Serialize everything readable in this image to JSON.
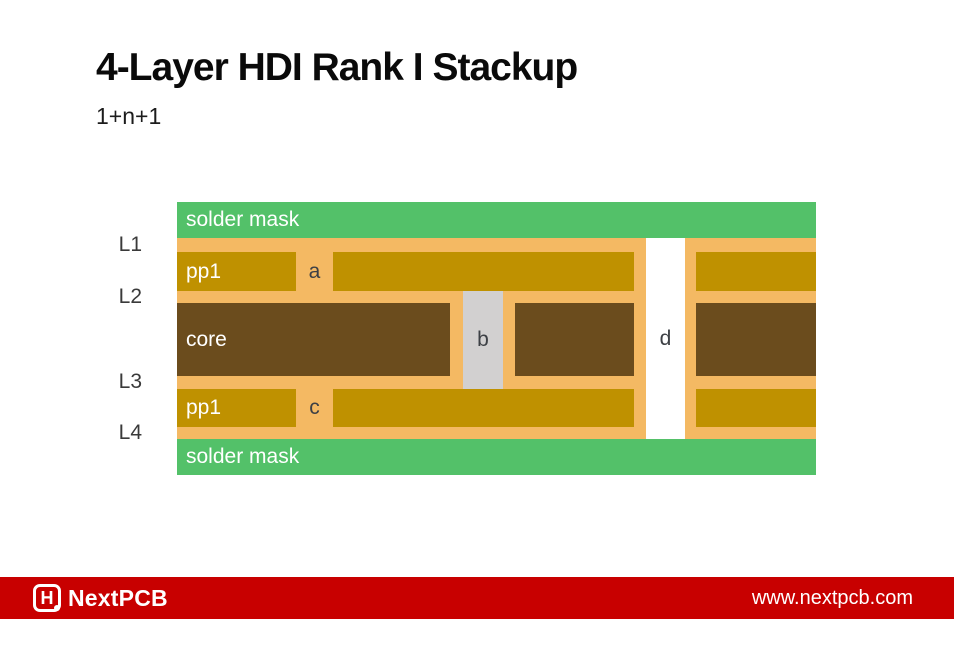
{
  "header": {
    "title": "4-Layer HDI Rank I Stackup",
    "subtitle": "1+n+1"
  },
  "diagram": {
    "layer_labels": [
      "L1",
      "L2",
      "L3",
      "L4"
    ],
    "solder_mask_top": "solder mask",
    "solder_mask_bottom": "solder mask",
    "pp1_top": "pp1",
    "pp1_bottom": "pp1",
    "core": "core",
    "via_labels": {
      "a": "a",
      "b": "b",
      "c": "c",
      "d": "d"
    },
    "colors": {
      "solder_mask_green": "#53C169",
      "copper_tan": "#F4B963",
      "prepreg_gold": "#BF9100",
      "core_brown": "#6B4C1D",
      "buried_via_gray": "#D2D0D0"
    }
  },
  "footer": {
    "logo_letter": "H",
    "brand": "NextPCB",
    "url": "www.nextpcb.com",
    "bar_color": "#C80000"
  }
}
